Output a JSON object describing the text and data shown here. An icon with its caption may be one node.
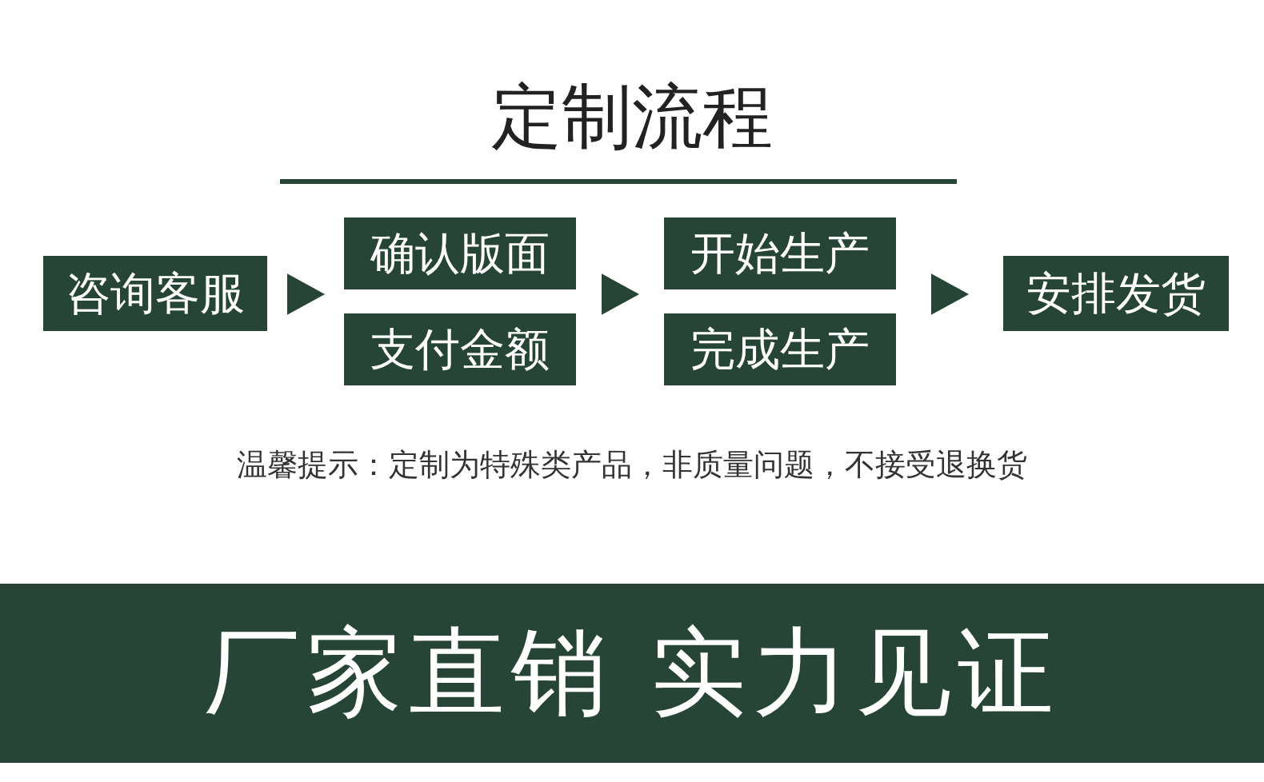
{
  "diagram": {
    "title": "定制流程",
    "nodes": [
      {
        "text": [
          "咨询客服"
        ]
      },
      {
        "text": [
          "确认版面"
        ]
      },
      {
        "text": [
          "支付金额"
        ]
      },
      {
        "text": [
          "开始生产"
        ]
      },
      {
        "text": [
          "完成生产"
        ]
      },
      {
        "text": [
          "安排发货"
        ]
      },
      {
        "text": [
          "厂家直销 实力见证"
        ]
      }
    ],
    "edges": [
      {
        "from": 0,
        "to": 1,
        "arrow": "to"
      },
      {
        "from": 1,
        "to": 3,
        "arrow": "to"
      },
      {
        "from": 3,
        "to": 5,
        "arrow": "to"
      }
    ],
    "labels": [
      "温馨提示：定制为特殊类产品，非质量问题，不接受退换货"
    ]
  }
}
